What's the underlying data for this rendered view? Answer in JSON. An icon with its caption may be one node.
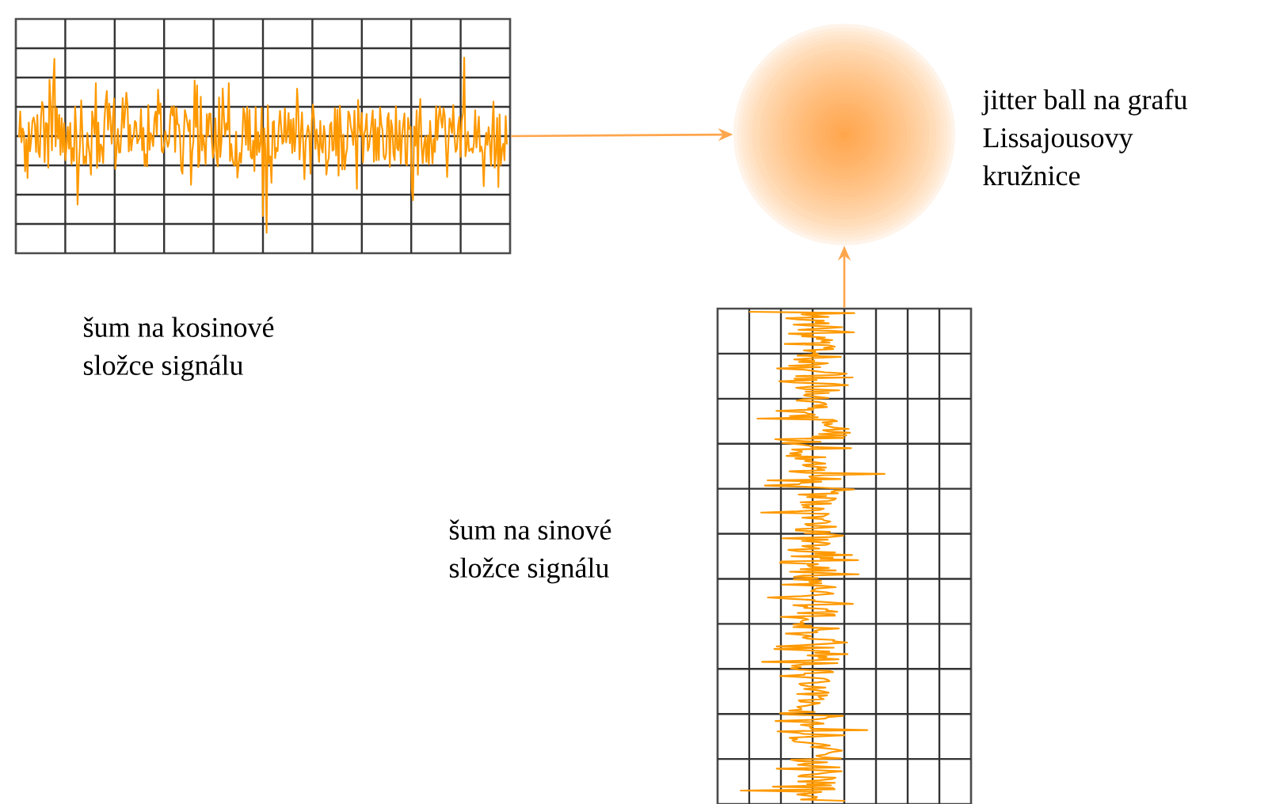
{
  "diagram": {
    "nodes": [
      {
        "text": [],
        "shape": "picture",
        "beside": [
          "šum na kosinové složce signálu"
        ]
      },
      {
        "text": [],
        "shape": "circle",
        "beside": [
          "jitter ball na grafu Lissajousovy kružnice"
        ]
      },
      {
        "text": [],
        "shape": "picture",
        "beside": [
          "šum na sinové složce signálu"
        ]
      }
    ],
    "edges": [
      {
        "from": 0,
        "to": 1,
        "arrow": "to"
      },
      {
        "from": 2,
        "to": 1,
        "arrow": "to"
      }
    ]
  }
}
